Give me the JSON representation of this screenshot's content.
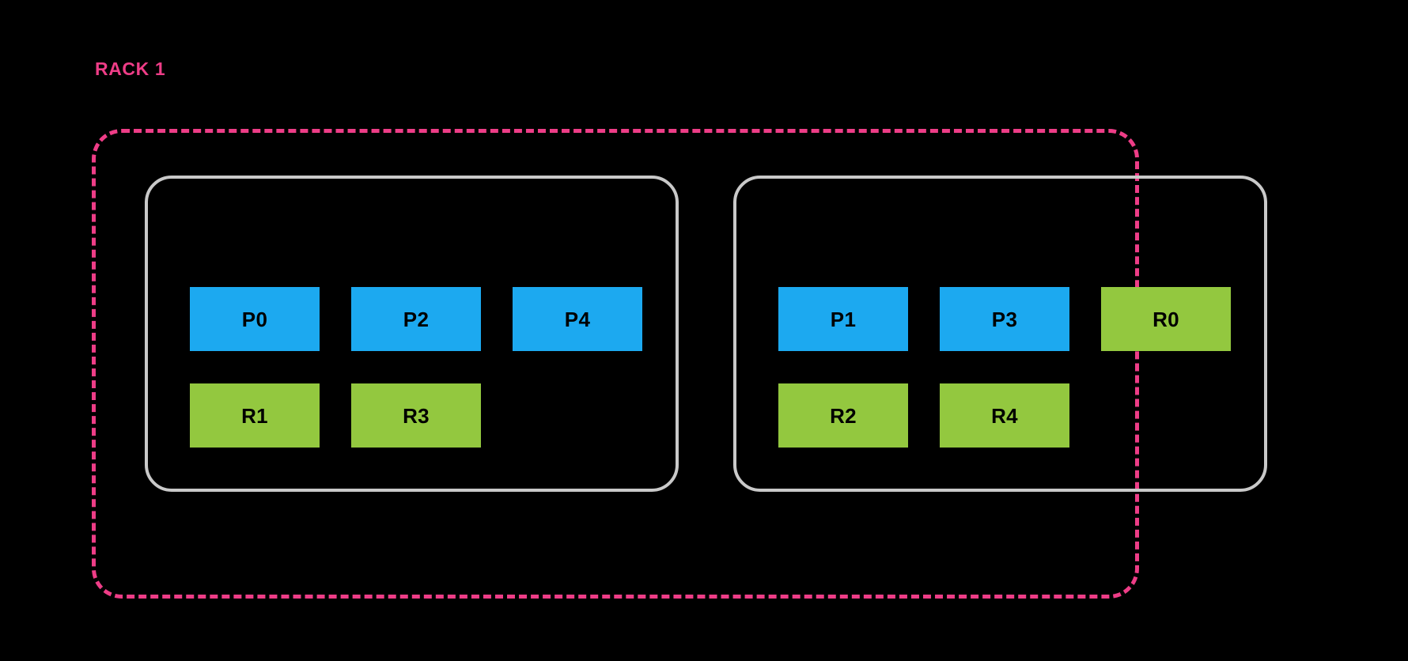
{
  "diagram": {
    "title": "RACK 1",
    "background_color": "#000000",
    "rack": {
      "label": "RACK 1",
      "label_color": "#EE3D87",
      "border_color": "#EE3D87",
      "border_style": "dashed"
    },
    "legend_colors": {
      "partition": "#1CA9F0",
      "replica": "#93C83F",
      "server_border": "#C9C9C9",
      "rack_border": "#EE3D87",
      "node_label": "#000000"
    },
    "servers": [
      {
        "id": "server-1",
        "rows": [
          [
            {
              "label": "P0",
              "kind": "partition"
            },
            {
              "label": "P2",
              "kind": "partition"
            },
            {
              "label": "P4",
              "kind": "partition"
            }
          ],
          [
            {
              "label": "R1",
              "kind": "replica"
            },
            {
              "label": "R3",
              "kind": "replica"
            }
          ]
        ]
      },
      {
        "id": "server-2",
        "rows": [
          [
            {
              "label": "P1",
              "kind": "partition"
            },
            {
              "label": "P3",
              "kind": "partition"
            },
            {
              "label": "R0",
              "kind": "replica"
            }
          ],
          [
            {
              "label": "R2",
              "kind": "replica"
            },
            {
              "label": "R4",
              "kind": "replica"
            }
          ]
        ]
      }
    ]
  }
}
